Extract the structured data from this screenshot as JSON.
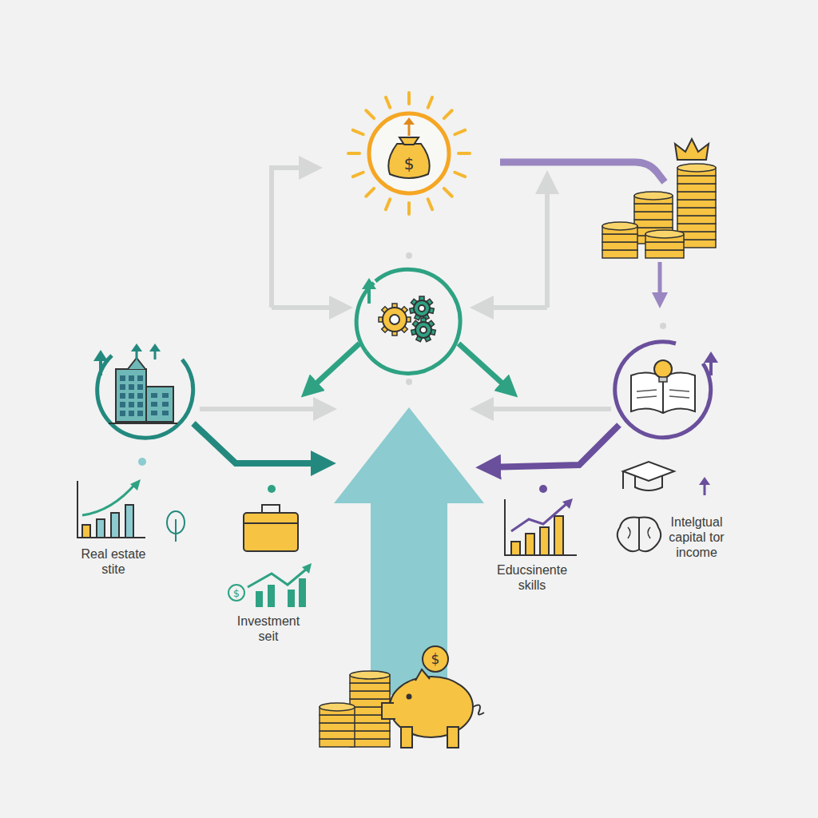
{
  "diagram": {
    "labels": [
      "Real estate stite",
      "Investment seit",
      "Educsinente skills",
      "Intelgtual capital tor income"
    ]
  }
}
